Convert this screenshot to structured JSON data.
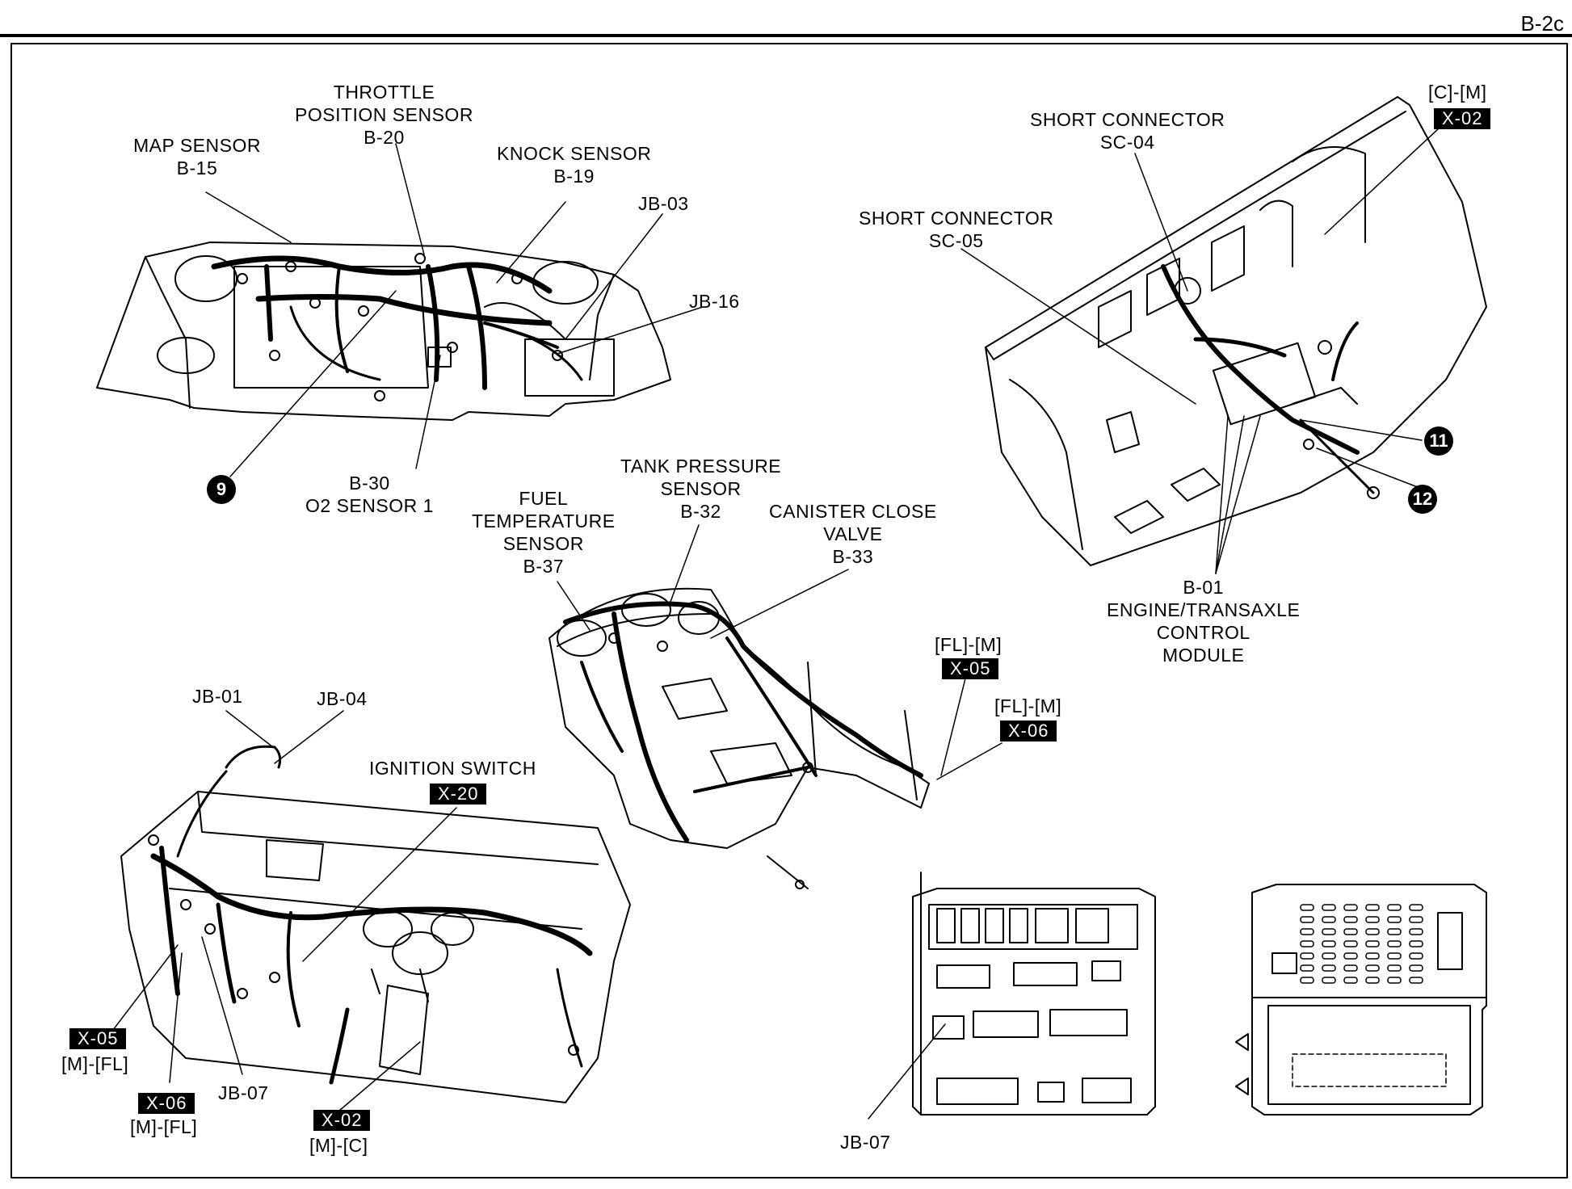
{
  "page": {
    "number": "B-2c"
  },
  "labels": {
    "throttle": [
      "THROTTLE",
      "POSITION SENSOR",
      "B-20"
    ],
    "map": [
      "MAP SENSOR",
      "B-15"
    ],
    "knock": [
      "KNOCK SENSOR",
      "B-19"
    ],
    "jb03": "JB-03",
    "jb16": "JB-16",
    "b30": [
      "B-30",
      "O2 SENSOR 1"
    ],
    "callout9": "9",
    "sc04": [
      "SHORT CONNECTOR",
      "SC-04"
    ],
    "sc05": [
      "SHORT CONNECTOR",
      "SC-05"
    ],
    "cm_top": "[C]-[M]",
    "x02_top": "X-02",
    "callout11": "11",
    "callout12": "12",
    "b01": [
      "B-01",
      "ENGINE/TRANSAXLE",
      "CONTROL",
      "MODULE"
    ],
    "tank": [
      "TANK PRESSURE",
      "SENSOR",
      "B-32"
    ],
    "fuel": [
      "FUEL",
      "TEMPERATURE",
      "SENSOR",
      "B-37"
    ],
    "canister": [
      "CANISTER CLOSE",
      "VALVE",
      "B-33"
    ],
    "flm1": "[FL]-[M]",
    "x05_mid": "X-05",
    "flm2": "[FL]-[M]",
    "x06_mid": "X-06",
    "jb01": "JB-01",
    "jb04": "JB-04",
    "ignition": "IGNITION SWITCH",
    "x20": "X-20",
    "x05_bot": "X-05",
    "mfl1": "[M]-[FL]",
    "x06_bot": "X-06",
    "mfl2": "[M]-[FL]",
    "jb07_dash": "JB-07",
    "x02_bot": "X-02",
    "mc": "[M]-[C]",
    "jb07_box": "JB-07"
  }
}
